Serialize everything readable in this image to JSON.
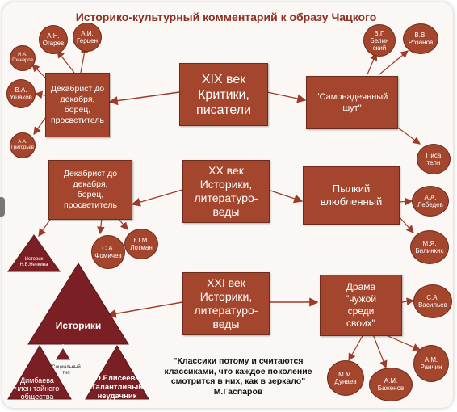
{
  "title": "Историко-культурный комментарий  к образу\nЧацкого",
  "centers": {
    "c19": "XIX век\nКритики,\nписатели",
    "c20": "XX век\nИсторики,\nлитературо-\nведы",
    "c21": "XXI век\nИсторики,\nлитературо-\nведы"
  },
  "left_boxes": {
    "l1": "Декабрист до\nдекабря,\nборец,\nпросветитель",
    "l2": "Декабрист до\nдекабря,\nборец,\nпросветитель"
  },
  "right_boxes": {
    "r1": "\"Самонадеянный\nшут\"",
    "r2": "Пылкий\nвлюбленный",
    "r3": "Драма\n\"чужой\nсреди\nсвоих\""
  },
  "people": {
    "ogarev": "А.Н.\nОгарев",
    "gertsen": "А.И.\nГерцен",
    "goncharov": "И.А.\nГончаров",
    "ushakov": "В.А.\nУшаков",
    "grigoriev": "А.А.\nГригорьев",
    "belinsky": "В.Г.\nБелин\nский",
    "rozanov": "В.В.\nРозанов",
    "pisateli": "Писа\nтели",
    "lebedev": "А.А.\nЛебедев",
    "bilinkis": "М.Я.\nБилинкис",
    "fomichev": "С.А.\nФомичев",
    "lotman": "Ю.М.\nЛотман",
    "vasiliev": "С.А.\nВасильев",
    "dunaev": "М.М.\nДунаев",
    "bazhenov": "А.М.\nБаженов",
    "ranchin": "А.М.\nРанчин"
  },
  "triangles": {
    "nechkina": "Историк\nН.В.Нечкина",
    "historians": "Историки",
    "social_type": "Социальный\nтип",
    "dimbaeva": "Димбаева\nчлен тайного\nобщества",
    "eliseeva": "О.Елисеева\nТалантливый\nнеудачник"
  },
  "quote": "\"Классики потому и считаются\nклассиками, что каждое поколение\nсмотрится в них, как в зеркало\"\nМ.Гаспаров",
  "colors": {
    "accent": "#a3462d",
    "title": "#8d2f22",
    "border": "#6e2a1b",
    "arrow": "#9b3b28"
  }
}
